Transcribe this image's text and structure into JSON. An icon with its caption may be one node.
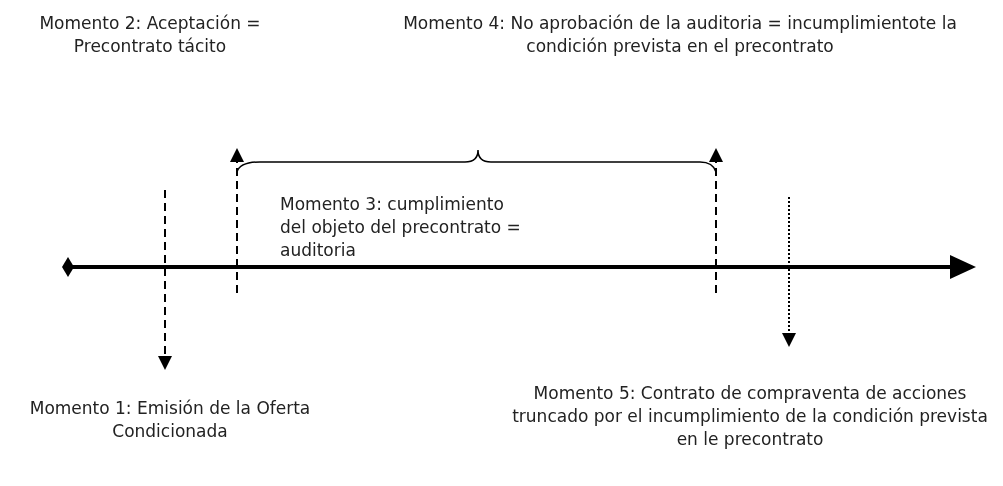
{
  "diagram": {
    "labels": [
      "Momento 2: Aceptación = Precontrato tácito",
      "Momento 4: No aprobación de la auditoria = incumplimientote la condición prevista en el precontrato",
      "Momento 3: cumplimiento del objeto del precontrato = auditoria",
      "Momento 1: Emisión de la Oferta Condicionada",
      "Momento 5: Contrato de compraventa de acciones truncado por el incumplimiento de la condición prevista en le precontrato"
    ]
  }
}
